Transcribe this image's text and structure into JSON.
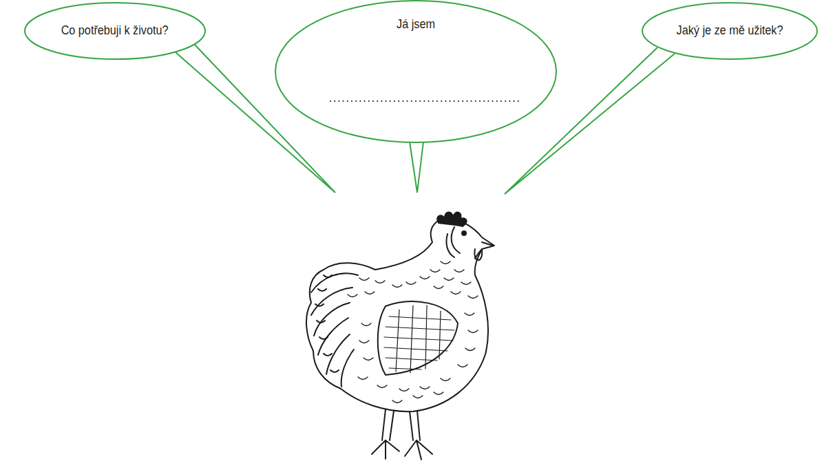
{
  "diagram": {
    "nodes": [
      {
        "text": [
          "Co potřebuji k životu?"
        ]
      },
      {
        "text": [
          "Já jsem"
        ]
      },
      {
        "text": [
          "Jaký je ze mě užitek?"
        ]
      }
    ]
  }
}
